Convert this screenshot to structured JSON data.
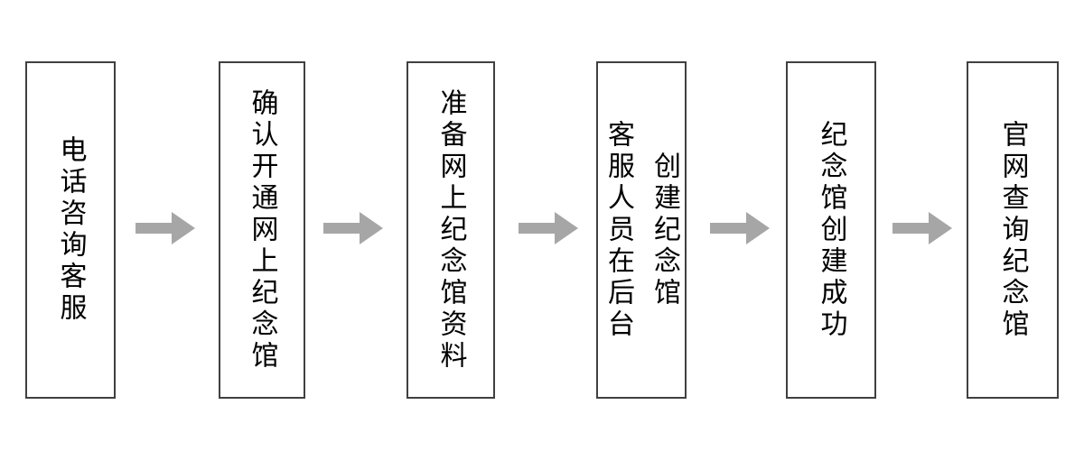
{
  "flowchart": {
    "description": "Process flow for creating an online memorial hall",
    "colors": {
      "bg": "#ffffff",
      "box_border": "#404040",
      "box_fill": "#ffffff",
      "text": "#000000",
      "arrow": "#a6a6a6"
    },
    "steps": [
      {
        "columns": [
          "电话咨询客服"
        ]
      },
      {
        "columns": [
          "确认开通网上纪念馆"
        ]
      },
      {
        "columns": [
          "准备网上纪念馆资料"
        ]
      },
      {
        "columns": [
          "客服人员在后台",
          "创建纪念馆"
        ]
      },
      {
        "columns": [
          "纪念馆创建成功"
        ]
      },
      {
        "columns": [
          "官网查询纪念馆"
        ]
      }
    ]
  }
}
